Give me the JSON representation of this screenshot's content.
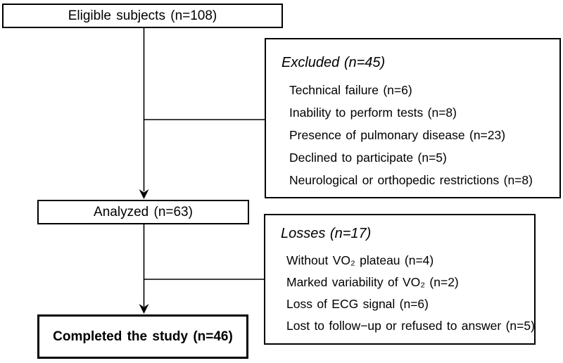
{
  "figure": {
    "type": "flowchart",
    "nodes": {
      "eligible": {
        "label": "Eligible subjects (n=108)"
      },
      "excluded": {
        "title": "Excluded (n=45)",
        "items": [
          "Technical failure (n=6)",
          "Inability to perform tests (n=8)",
          "Presence of pulmonary disease (n=23)",
          "Declined to participate (n=5)",
          "Neurological or orthopedic restrictions (n=8)"
        ]
      },
      "analyzed": {
        "label": "Analyzed (n=63)"
      },
      "losses": {
        "title": "Losses (n=17)",
        "items": [
          "Without VO₂ plateau (n=4)",
          "Marked variability of VO₂ (n=2)",
          "Loss of ECG signal (n=6)",
          "Lost to follow−up or refused to answer (n=5)"
        ]
      },
      "completed": {
        "label": "Completed the study (n=46)"
      }
    },
    "colors": {
      "line": "#000000",
      "background": "#ffffff",
      "text": "#000000"
    }
  }
}
